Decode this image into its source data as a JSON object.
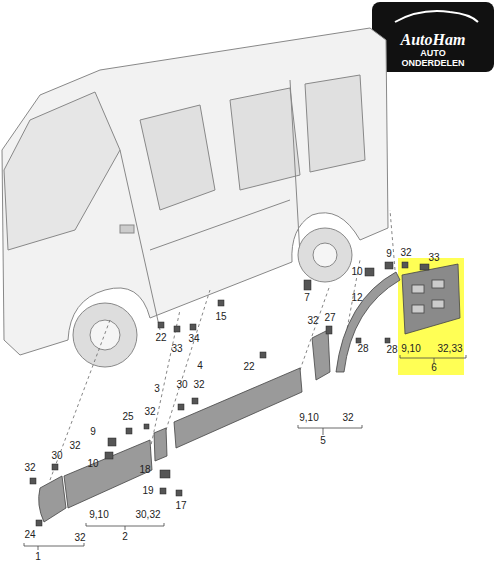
{
  "diagram": {
    "labels": [
      "AutoHam",
      "AUTO ONDERDELEN",
      "9",
      "32",
      "33",
      "10",
      "7",
      "12",
      "15",
      "32",
      "27",
      "22",
      "33",
      "34",
      "28",
      "28",
      "9,10",
      "32,33",
      "4",
      "22",
      "6",
      "3",
      "30",
      "32",
      "9,10",
      "32",
      "25",
      "32",
      "5",
      "9",
      "32",
      "10",
      "30",
      "32",
      "18",
      "19",
      "17",
      "9,10",
      "30,32",
      "24",
      "2",
      "32",
      "1"
    ]
  }
}
